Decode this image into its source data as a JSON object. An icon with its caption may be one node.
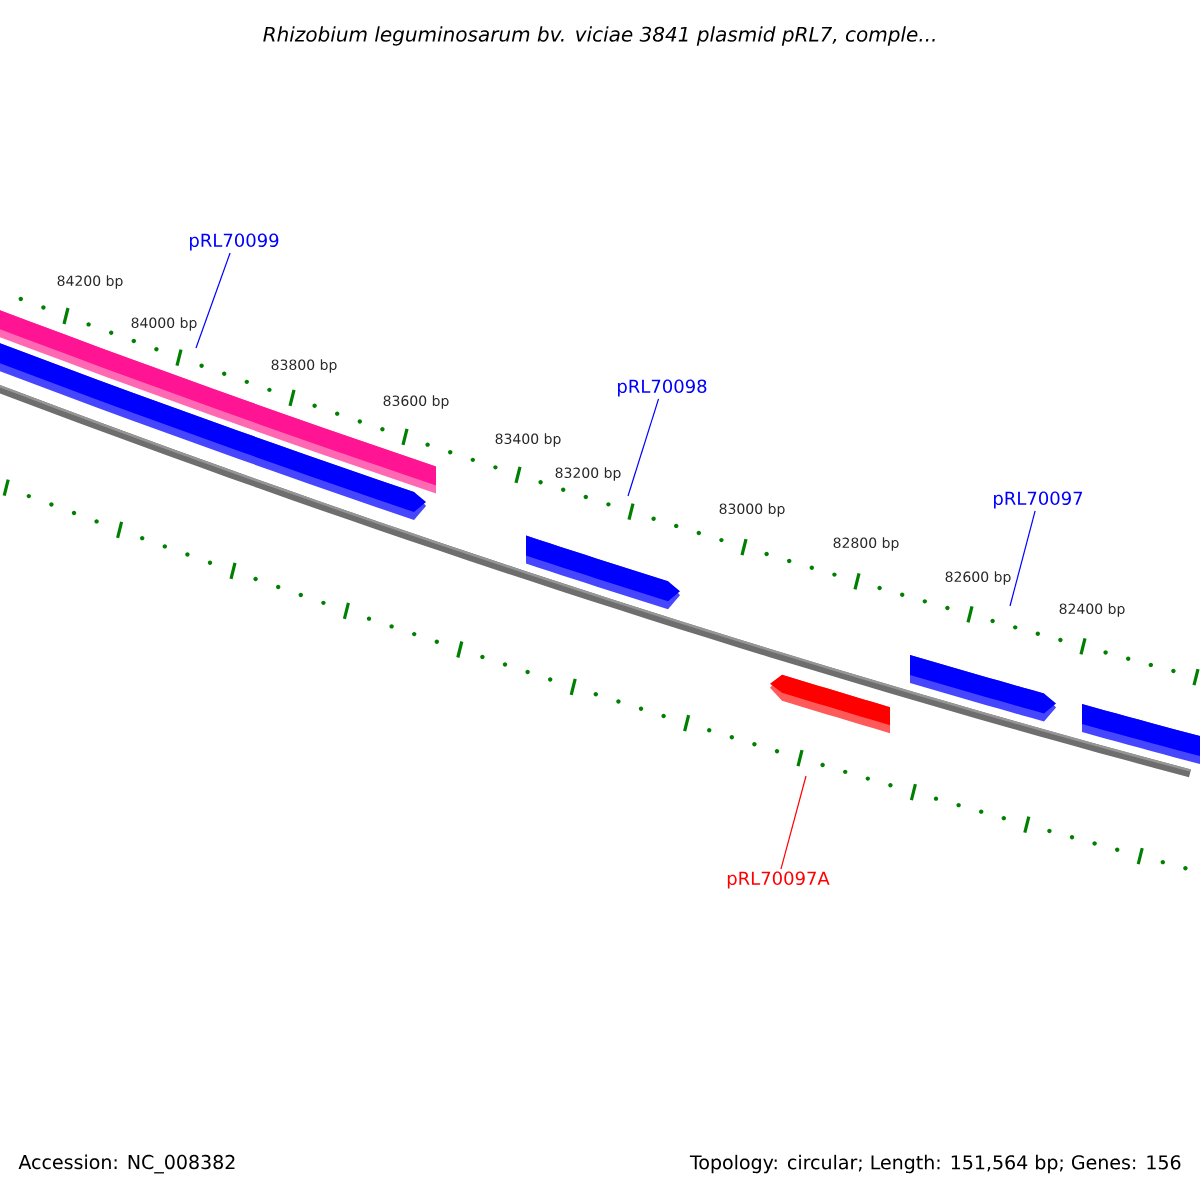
{
  "diagram": {
    "title": "Rhizobium leguminosarum bv. viciae 3841 plasmid pRL7, comple...",
    "nodes": [
      {
        "text": [
          "pRL70099"
        ]
      },
      {
        "text": [
          "pRL70098"
        ]
      },
      {
        "text": [
          "pRL70097"
        ]
      },
      {
        "text": [
          "pRL70097A"
        ]
      }
    ],
    "edges": [
      {
        "from": 0,
        "to": null,
        "arrow": "none"
      },
      {
        "from": 1,
        "to": null,
        "arrow": "none"
      },
      {
        "from": 2,
        "to": null,
        "arrow": "none"
      },
      {
        "from": 3,
        "to": null,
        "arrow": "none",
        "color": "#ff0000"
      }
    ],
    "labels": [
      "84200 bp",
      "84000 bp",
      "83800 bp",
      "83600 bp",
      "83400 bp",
      "83200 bp",
      "83000 bp",
      "82800 bp",
      "82600 bp",
      "82400 bp",
      "Accession: NC_008382",
      "Topology: circular; Length: 151,564 bp; Genes: 156"
    ]
  }
}
